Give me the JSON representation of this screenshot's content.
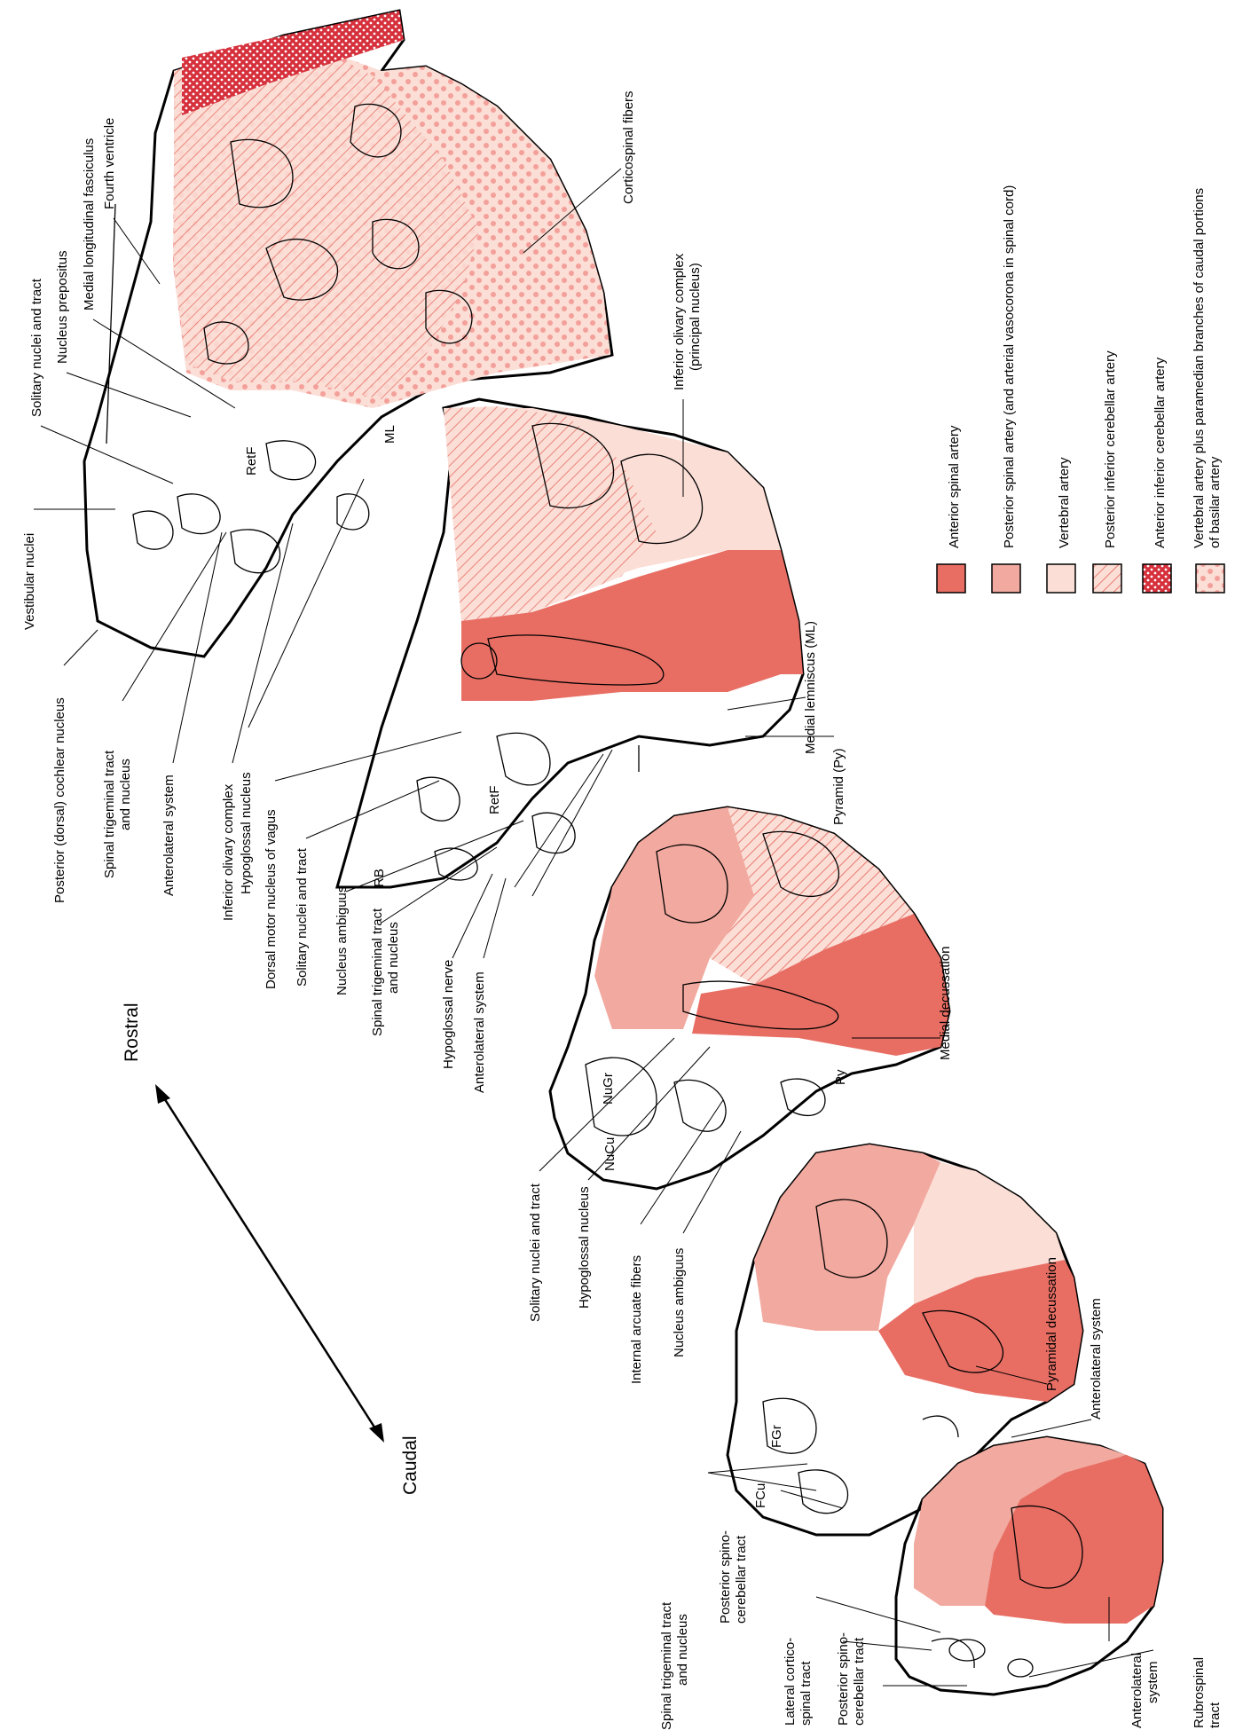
{
  "colors": {
    "anterior_spinal": "#e86e64",
    "posterior_spinal": "#f2a99f",
    "vertebral": "#fbded6",
    "pica_hatch": "#e87a70",
    "aica": "#d6303c",
    "basilar_dots": "#f4a09a"
  },
  "orientation": {
    "rostral": "Rostral",
    "caudal": "Caudal"
  },
  "legend": {
    "items": [
      {
        "id": "anterior-spinal",
        "label": "Anterior spinal artery"
      },
      {
        "id": "posterior-spinal",
        "label": "Posterior spinal artery (and arterial vasocorona in spinal cord)"
      },
      {
        "id": "vertebral",
        "label": "Vertebral artery"
      },
      {
        "id": "pica",
        "label": "Posterior inferior cerebellar artery"
      },
      {
        "id": "aica",
        "label": "Anterior inferior cerebellar artery"
      },
      {
        "id": "basilar",
        "label_line1": "Vertebral artery plus paramedian branches of caudal portions",
        "label_line2": "of basilar artery"
      }
    ]
  },
  "labels": {
    "vestibular_nuclei": "Vestibular nuclei",
    "solitary_nuclei_tract_top": "Solitary nuclei and tract",
    "nucleus_prepositus": "Nucleus prepositus",
    "mlf": "Medial longitudinal fasciculus",
    "fourth_ventricle": "Fourth ventricle",
    "corticospinal_fibers": "Corticospinal fibers",
    "inferior_olivary_principal_1": "Inferior olivary complex",
    "inferior_olivary_principal_2": "(principal nucleus)",
    "posterior_cochlear": "Posterior (dorsal) cochlear nucleus",
    "spinal_trigeminal_top_1": "Spinal trigeminal tract",
    "spinal_trigeminal_top_2": "and nucleus",
    "anterolateral_top": "Anterolateral system",
    "inferior_olivary_complex": "Inferior olivary complex",
    "hypoglossal_nucleus_top": "Hypoglossal nucleus",
    "dorsal_motor_vagus": "Dorsal motor nucleus of vagus",
    "solitary_nuclei_tract_mid": "Solitary nuclei and tract",
    "nucleus_ambiguus_mid": "Nucleus ambiguus",
    "spinal_trigeminal_mid_1": "Spinal trigeminal tract",
    "spinal_trigeminal_mid_2": "and nucleus",
    "hypoglossal_nerve": "Hypoglossal nerve",
    "anterolateral_mid": "Anterolateral system",
    "solitary_nuclei_tract_low": "Solitary nuclei and tract",
    "hypoglossal_nucleus_low": "Hypoglossal nucleus",
    "internal_arcuate": "Internal arcuate fibers",
    "nucleus_ambiguus_low": "Nucleus ambiguus",
    "spinal_trigeminal_low_1": "Spinal trigeminal tract",
    "spinal_trigeminal_low_2": "and nucleus",
    "posterior_spinocerebellar_a_1": "Posterior spino-",
    "posterior_spinocerebellar_a_2": "cerebellar tract",
    "lateral_corticospinal_1": "Lateral cortico-",
    "lateral_corticospinal_2": "spinal tract",
    "posterior_spinocerebellar_b_1": "Posterior spino-",
    "posterior_spinocerebellar_b_2": "cerebellar tract",
    "anterolateral_bottom_1": "Anterolateral",
    "anterolateral_bottom_2": "system",
    "rubrospinal_1": "Rubrospinal",
    "rubrospinal_2": "tract",
    "medial_lemniscus": "Medial lemniscus (ML)",
    "pyramid": "Pyramid (Py)",
    "medial_decussation": "Medial decussation",
    "pyramidal_decussation": "Pyramidal decussation",
    "anterolateral_right": "Anterolateral system"
  },
  "section_labels": {
    "retf_top": "RetF",
    "ml": "ML",
    "retf_mid": "RetF",
    "rb": "RB",
    "nugr": "NuGr",
    "nucu": "NuCu",
    "py": "Py",
    "fgr": "FGr",
    "fcu": "FCu"
  }
}
